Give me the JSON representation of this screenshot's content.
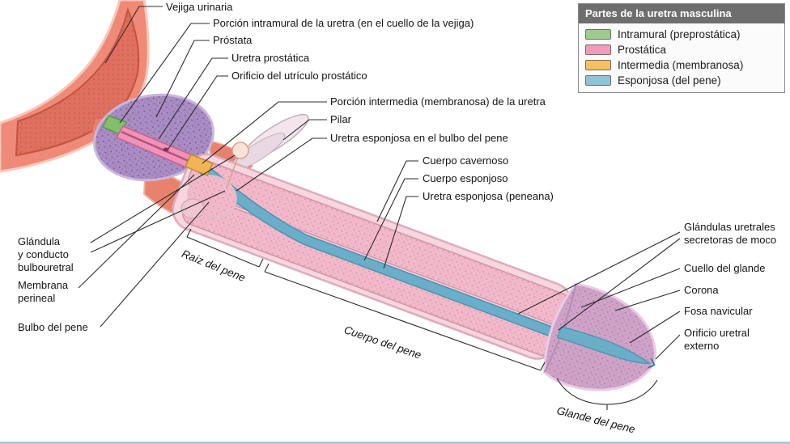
{
  "legend": {
    "title": "Partes de la uretra masculina",
    "items": [
      {
        "label": "Intramural (preprostática)",
        "color": "#9ecb8b"
      },
      {
        "label": "Prostática",
        "color": "#f19cbb"
      },
      {
        "label": "Intermedia (membranosa)",
        "color": "#f5c05e"
      },
      {
        "label": "Esponjosa (del pene)",
        "color": "#8fc3d8"
      }
    ]
  },
  "labels": {
    "vejiga_urinaria": "Vejiga urinaria",
    "porcion_intramural": "Porción intramural de la uretra (en el cuello de la vejiga)",
    "prostata": "Próstata",
    "uretra_prostatica": "Uretra prostática",
    "orificio_utriculo": "Orificio del utrículo prostático",
    "porcion_intermedia": "Porción intermedia (membranosa) de la uretra",
    "pilar": "Pilar",
    "uretra_bulbo": "Uretra esponjosa en el bulbo del pene",
    "cuerpo_cavernoso": "Cuerpo cavernoso",
    "cuerpo_esponjoso": "Cuerpo esponjoso",
    "uretra_peneana": "Uretra esponjosa (peneana)",
    "glandulas_uretrales": "Glándulas uretrales\nsecretoras de moco",
    "cuello_glande": "Cuello del glande",
    "corona": "Corona",
    "fosa_navicular": "Fosa navicular",
    "orificio_externo": "Orificio uretral\nexterno",
    "glandula_bulbouretral": "Glándula\ny conducto\nbulbouretral",
    "membrana_perineal": "Membrana\nperineal",
    "bulbo_pene": "Bulbo del pene",
    "raiz_pene": "Raíz del pene",
    "cuerpo_pene": "Cuerpo del pene",
    "glande_pene": "Glande del pene"
  },
  "colors": {
    "intramural": "#9ecb8b",
    "prostatica": "#f19cbb",
    "intermedia": "#f5c05e",
    "esponjosa": "#8fc3d8",
    "bladder_wall": "#ee8a77",
    "prostate": "#a98cc2",
    "glans": "#cfa3c8"
  }
}
